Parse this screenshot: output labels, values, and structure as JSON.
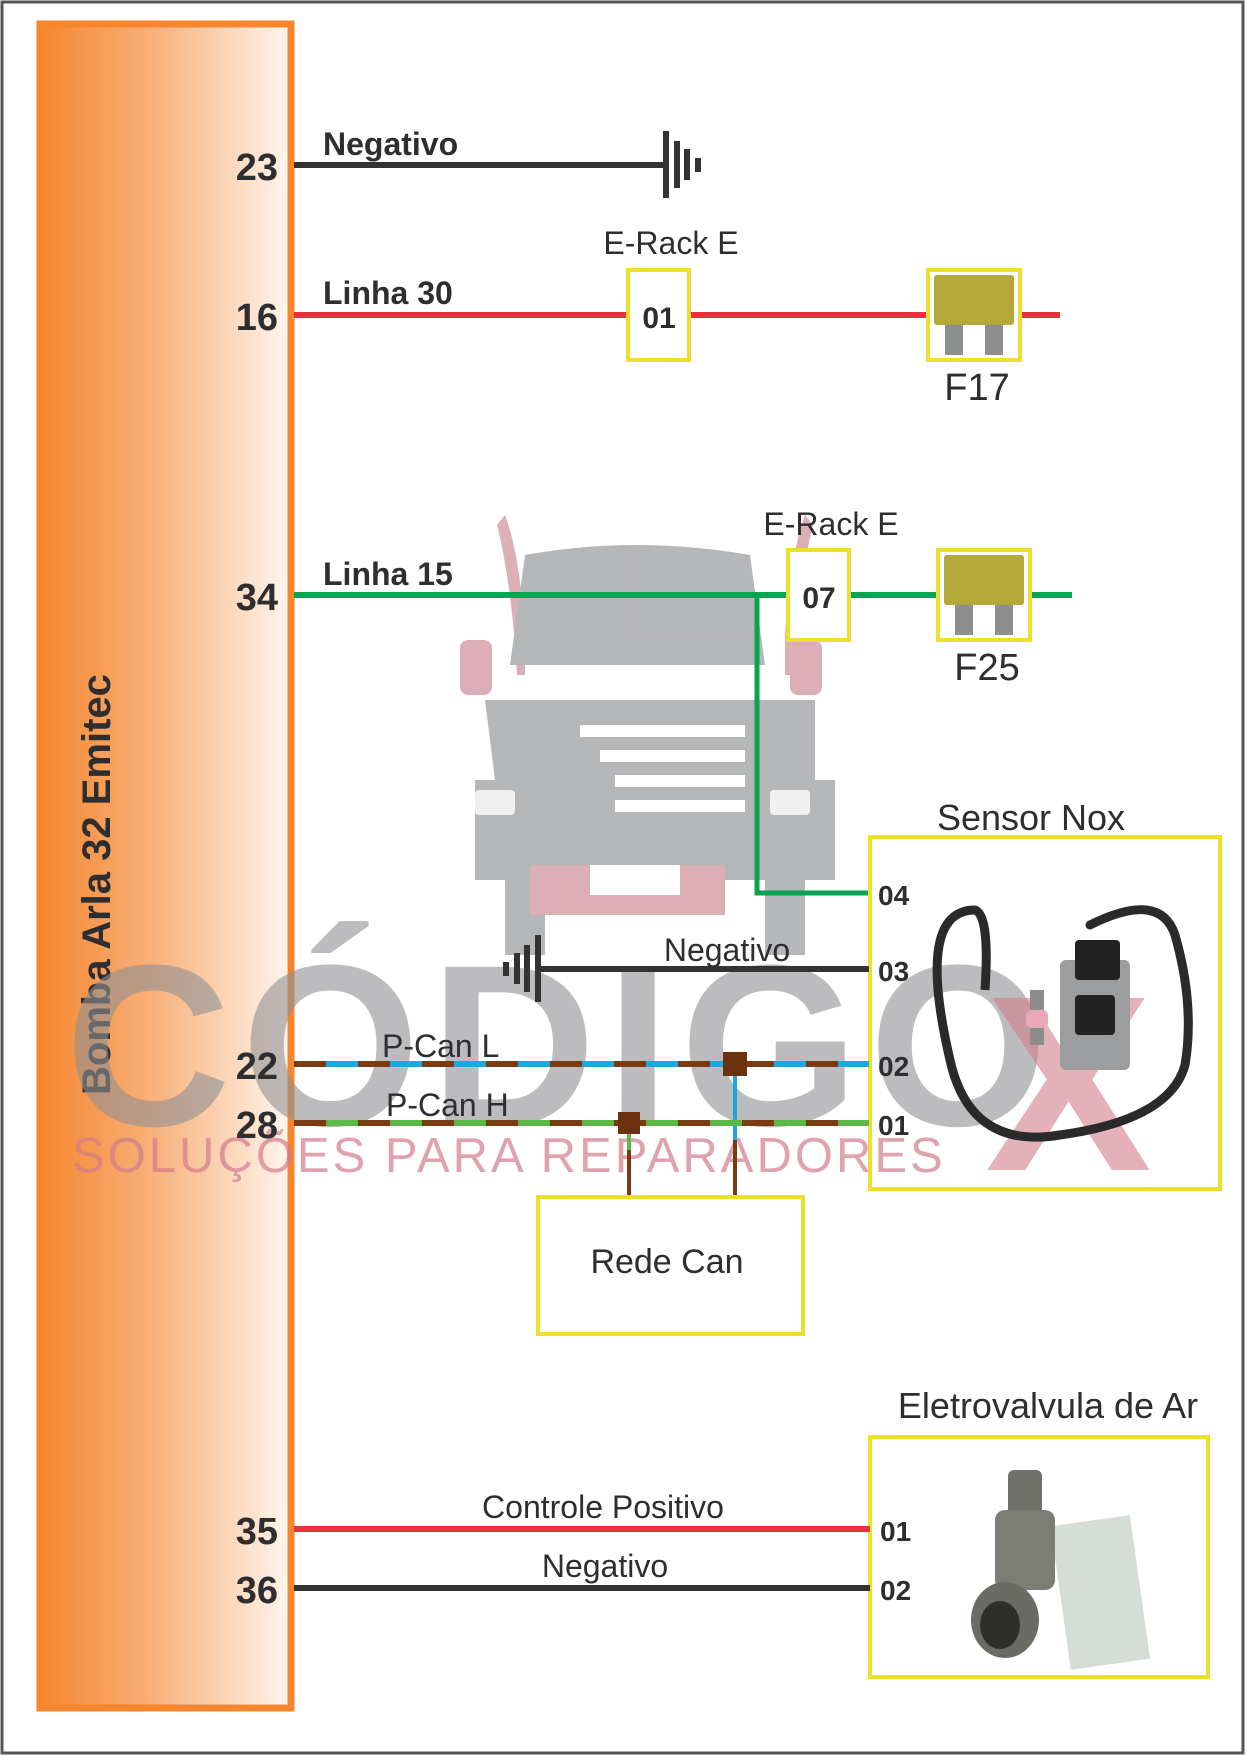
{
  "title": "Bomba Arla 32 Emitec",
  "colors": {
    "module_orange": "#f5862e",
    "wire_black": "#333333",
    "wire_red": "#e8313a",
    "wire_green": "#0aa34f",
    "can_brown": "#7a3a12",
    "can_blue": "#19a8e0",
    "can_green": "#5cb848",
    "connector_yellow": "#ece02c",
    "watermark_gray": "#9a9a9c",
    "watermark_pink": "#d27b8c"
  },
  "pins": {
    "p23": {
      "number": "23",
      "label": "Negativo"
    },
    "p16": {
      "number": "16",
      "label": "Linha 30"
    },
    "p34": {
      "number": "34",
      "label": "Linha 15"
    },
    "p22": {
      "number": "22",
      "label": "P-Can L"
    },
    "p28": {
      "number": "28",
      "label": "P-Can H"
    },
    "p35": {
      "number": "35",
      "label": "Controle Positivo"
    },
    "p36": {
      "number": "36",
      "label": "Negativo"
    }
  },
  "erack_01": {
    "title": "E-Rack E",
    "pin": "01"
  },
  "erack_07": {
    "title": "E-Rack E",
    "pin": "07"
  },
  "fuses": {
    "f17": "F17",
    "f25": "F25"
  },
  "sensor_nox": {
    "title": "Sensor Nox",
    "pins": [
      "04",
      "03",
      "02",
      "01"
    ],
    "ground_label": "Negativo"
  },
  "rede_can": {
    "label": "Rede Can"
  },
  "eletrovalvula": {
    "title": "Eletrovalvula de Ar",
    "pins": [
      "01",
      "02"
    ]
  },
  "watermark": {
    "brand": "CÓDIGO",
    "brand_x": "X",
    "tagline": "SOLUÇÕES PARA REPARADORES"
  }
}
